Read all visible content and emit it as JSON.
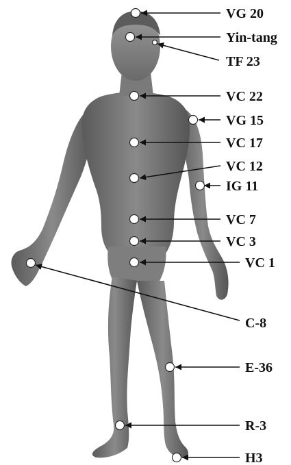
{
  "figure": {
    "background": "#ffffff",
    "body_color": "#6e6e6e",
    "line_color": "#111111",
    "marker_color": "#ffffff"
  },
  "points": [
    {
      "id": "vg20",
      "label": "VG 20"
    },
    {
      "id": "yintang",
      "label": "Yin-tang"
    },
    {
      "id": "tf23",
      "label": "TF 23"
    },
    {
      "id": "vc22",
      "label": "VC 22"
    },
    {
      "id": "vg15",
      "label": "VG 15"
    },
    {
      "id": "vc17",
      "label": "VC 17"
    },
    {
      "id": "vc12",
      "label": "VC 12"
    },
    {
      "id": "ig11",
      "label": "IG 11"
    },
    {
      "id": "vc7",
      "label": "VC 7"
    },
    {
      "id": "vc3",
      "label": "VC 3"
    },
    {
      "id": "vc1",
      "label": "VC 1"
    },
    {
      "id": "c8",
      "label": "C-8"
    },
    {
      "id": "e36",
      "label": "E-36"
    },
    {
      "id": "r3",
      "label": "R-3"
    },
    {
      "id": "h3",
      "label": "H3"
    }
  ]
}
